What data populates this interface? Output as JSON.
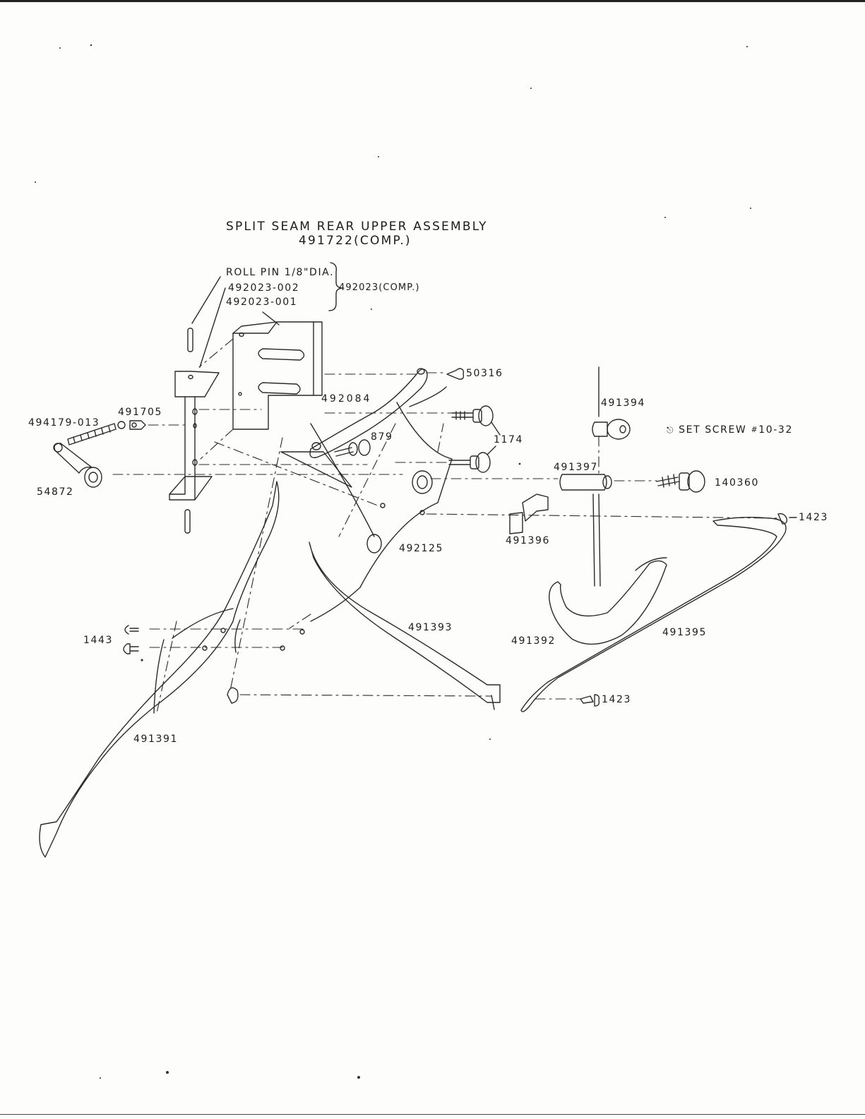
{
  "title": {
    "line1": "SPLIT SEAM REAR UPPER ASSEMBLY",
    "line2": "491722(COMP.)"
  },
  "group": {
    "roll_pin": "ROLL PIN 1/8\"DIA.",
    "part_a": "492023-002",
    "part_b": "492023-001",
    "comp": "492023(COMP.)"
  },
  "callouts": {
    "p494179_013": "494179-013",
    "p491705": "491705",
    "p54872": "54872",
    "p492084": "492084",
    "p50316": "50316",
    "p879": "879",
    "p1174": "1174",
    "p491394": "491394",
    "set_screw": "SET SCREW",
    "set_screw_size": "10-32",
    "p491397": "491397",
    "p140360": "140360",
    "p1423_top": "1423",
    "p491396": "491396",
    "p492125": "492125",
    "p1443": "1443",
    "p491393": "491393",
    "p491392": "491392",
    "p491395": "491395",
    "p1423_bottom": "1423",
    "p491391": "491391"
  }
}
